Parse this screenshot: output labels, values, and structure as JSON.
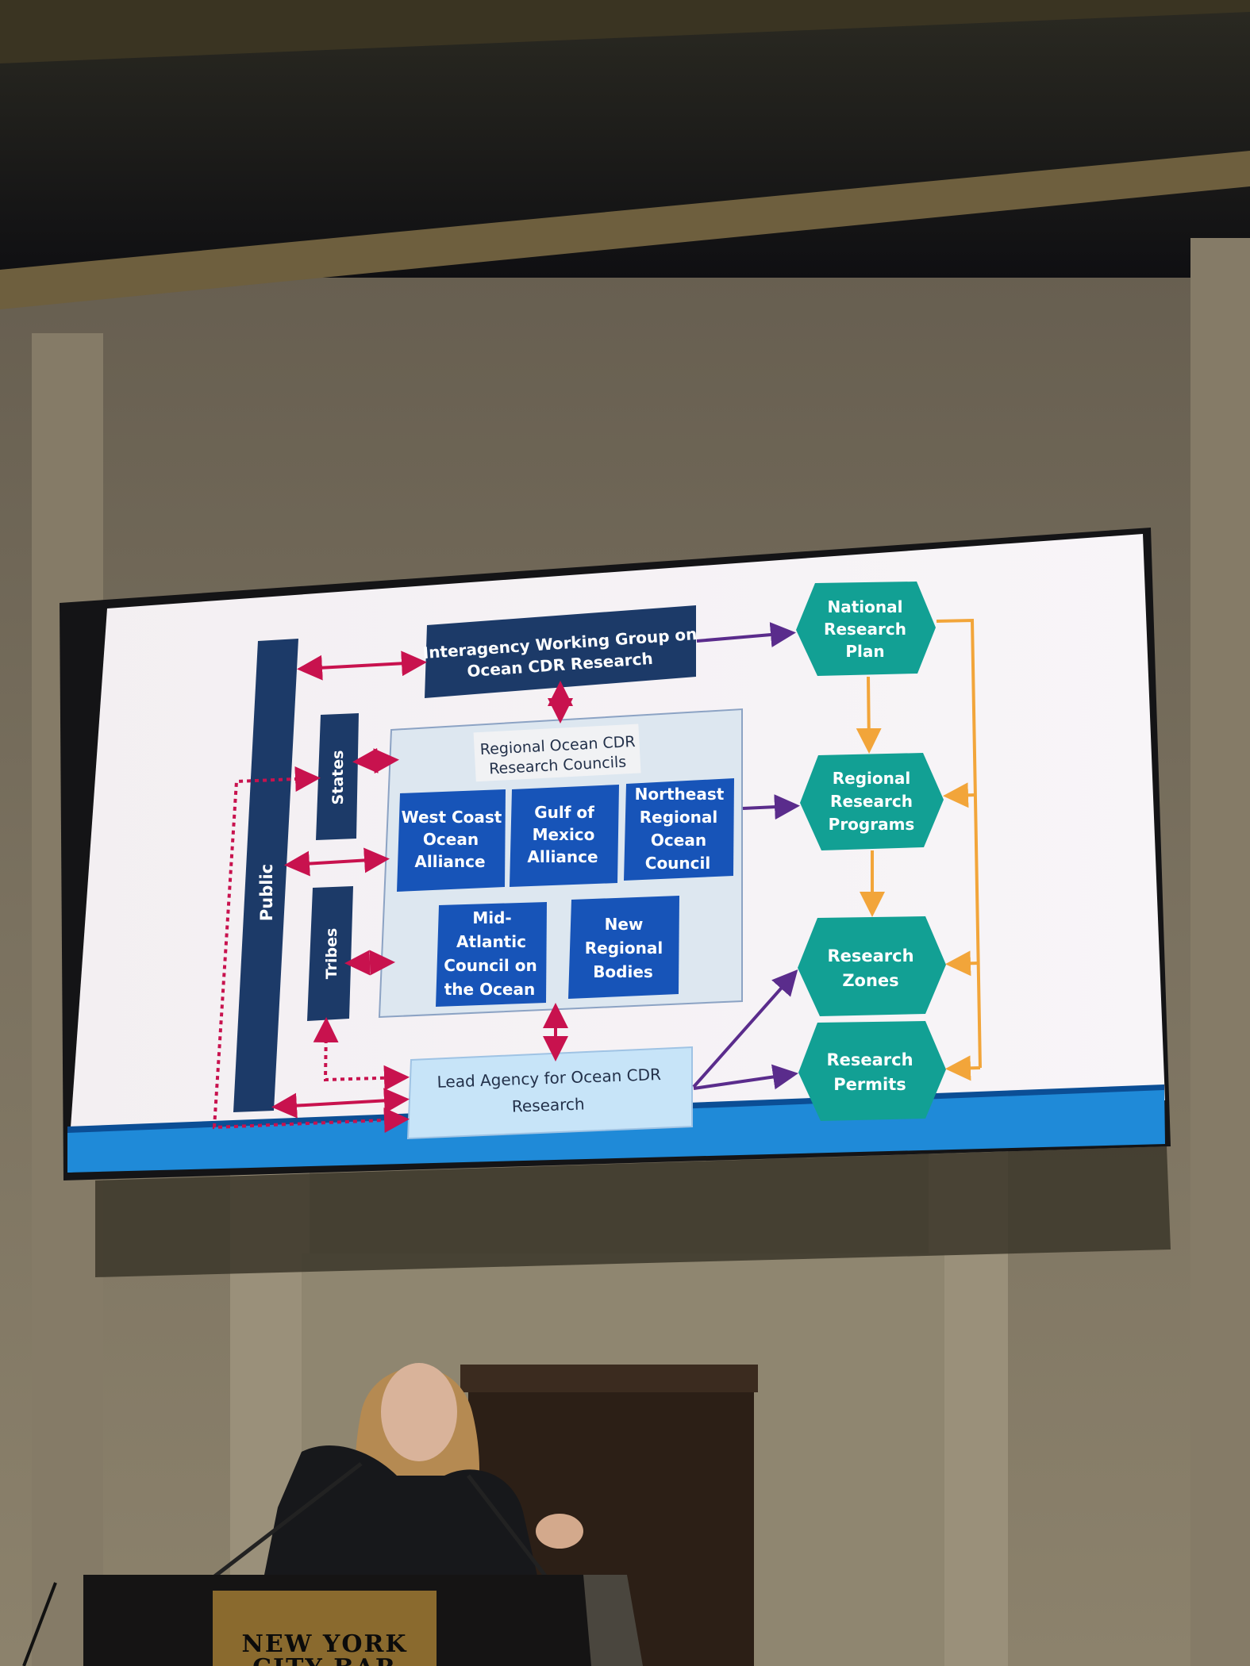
{
  "slide": {
    "working_group": [
      "Interagency Working Group on",
      "Ocean CDR Research"
    ],
    "councils_title": [
      "Regional Ocean CDR",
      "Research Councils"
    ],
    "west_coast": [
      "West Coast",
      "Ocean",
      "Alliance"
    ],
    "gulf": [
      "Gulf of",
      "Mexico",
      "Alliance"
    ],
    "northeast": [
      "Northeast",
      "Regional",
      "Ocean",
      "Council"
    ],
    "mid_atlantic": [
      "Mid-",
      "Atlantic",
      "Council on",
      "the Ocean"
    ],
    "new_regional": [
      "New",
      "Regional",
      "Bodies"
    ],
    "lead_agency": [
      "Lead Agency for Ocean CDR",
      "Research"
    ],
    "public": "Public",
    "states": "States",
    "tribes": "Tribes",
    "national_plan": [
      "National",
      "Research",
      "Plan"
    ],
    "regional_programs": [
      "Regional",
      "Research",
      "Programs"
    ],
    "research_zones": [
      "Research",
      "Zones"
    ],
    "research_permits": [
      "Research",
      "Permits"
    ]
  },
  "podium": {
    "sign_line1": "NEW YORK",
    "sign_line2": "CITY BAR"
  },
  "colors": {
    "navy": "#1c3a68",
    "blue": "#1754b8",
    "teal": "#12a094",
    "magenta": "#c8124e",
    "purple": "#5a2c8c",
    "orange": "#f2a53a",
    "light_blue": "#c7e4f8",
    "footer_blue": "#1f8ad8"
  }
}
